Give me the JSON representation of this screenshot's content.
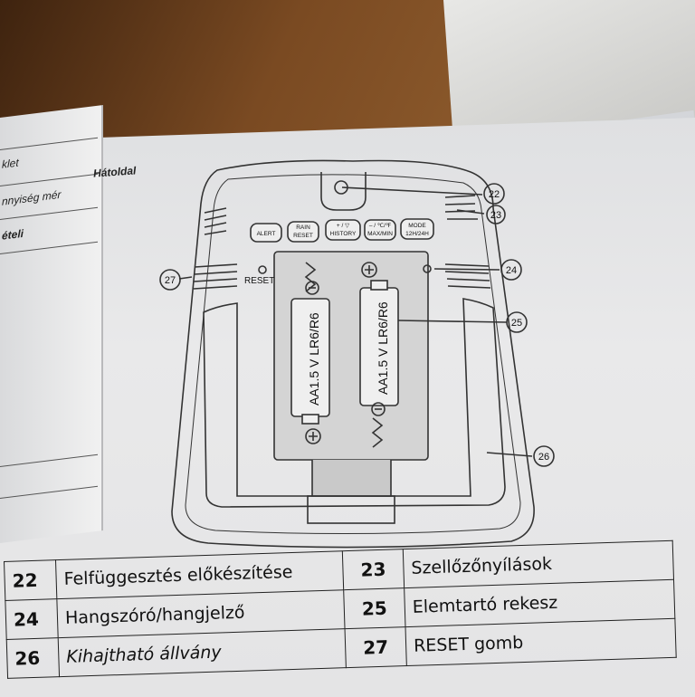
{
  "manual": {
    "heading": "Hátoldal",
    "left_page_fragments": [
      "klet",
      "nnyiség mér",
      "ételi"
    ],
    "buttons": [
      {
        "top": "",
        "bottom": "ALERT"
      },
      {
        "top": "RAIN",
        "bottom": "RESET"
      },
      {
        "top": "+ / ▽",
        "bottom": "HISTORY"
      },
      {
        "top": "– / ℃/℉",
        "bottom": "MAX/MIN"
      },
      {
        "top": "MODE",
        "bottom": "12H/24H"
      }
    ],
    "reset_label": "RESET",
    "battery_text": "AA1.5 V LR6/R6",
    "callouts": [
      "22",
      "23",
      "24",
      "25",
      "26",
      "27"
    ],
    "parts_table": [
      {
        "num": "22",
        "label": "Felfüggesztés előkészítése",
        "num2": "23",
        "label2": "Szellőzőnyílások"
      },
      {
        "num": "24",
        "label": "Hangszóró/hangjelző",
        "num2": "25",
        "label2": "Elemtartó rekesz"
      },
      {
        "num": "26",
        "label": "Kihajtható állvány",
        "num2": "27",
        "label2": "RESET gomb"
      }
    ]
  }
}
